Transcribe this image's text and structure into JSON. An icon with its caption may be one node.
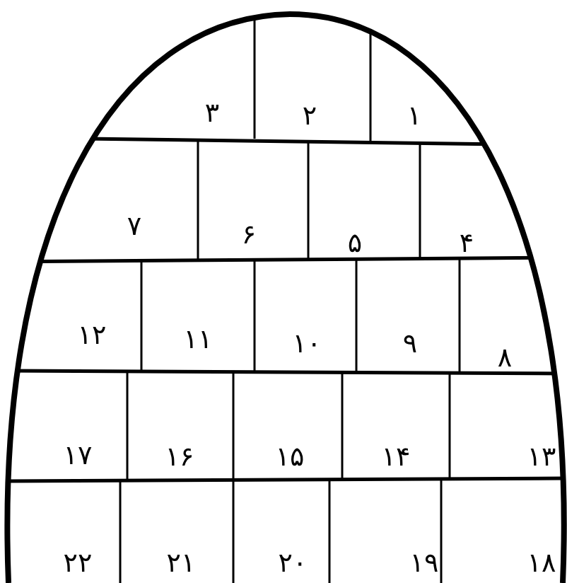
{
  "diagram": {
    "labels": [
      "۱",
      "۲",
      "۳",
      "۴",
      "۵",
      "۶",
      "۷",
      "۸",
      "۹",
      "۱۰",
      "۱۱",
      "۱۲",
      "۱۳",
      "۱۴",
      "۱۵",
      "۱۶",
      "۱۷",
      "۱۸",
      "۱۹",
      "۲۰",
      "۲۱",
      "۲۲"
    ]
  }
}
